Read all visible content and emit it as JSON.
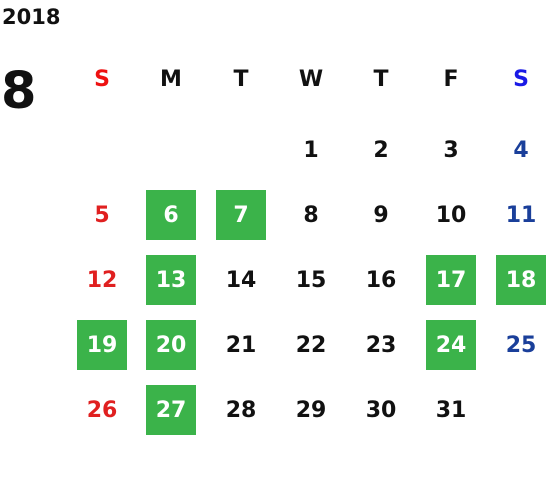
{
  "year": "2018",
  "month": "8",
  "weekdays": [
    "S",
    "M",
    "T",
    "W",
    "T",
    "F",
    "S"
  ],
  "colors": {
    "sunday": "#e02020",
    "saturday": "#1a3f9a",
    "highlight": "#3bb34a",
    "default": "#111111"
  },
  "weeks": [
    [
      null,
      null,
      null,
      {
        "day": "1"
      },
      {
        "day": "2"
      },
      {
        "day": "3"
      },
      {
        "day": "4"
      }
    ],
    [
      {
        "day": "5"
      },
      {
        "day": "6",
        "highlight": true
      },
      {
        "day": "7",
        "highlight": true
      },
      {
        "day": "8"
      },
      {
        "day": "9"
      },
      {
        "day": "10"
      },
      {
        "day": "11"
      }
    ],
    [
      {
        "day": "12"
      },
      {
        "day": "13",
        "highlight": true
      },
      {
        "day": "14"
      },
      {
        "day": "15"
      },
      {
        "day": "16"
      },
      {
        "day": "17",
        "highlight": true
      },
      {
        "day": "18",
        "highlight": true
      }
    ],
    [
      {
        "day": "19",
        "highlight": true
      },
      {
        "day": "20",
        "highlight": true
      },
      {
        "day": "21"
      },
      {
        "day": "22"
      },
      {
        "day": "23"
      },
      {
        "day": "24",
        "highlight": true
      },
      {
        "day": "25"
      }
    ],
    [
      {
        "day": "26"
      },
      {
        "day": "27",
        "highlight": true
      },
      {
        "day": "28"
      },
      {
        "day": "29"
      },
      {
        "day": "30"
      },
      {
        "day": "31"
      },
      null
    ]
  ]
}
